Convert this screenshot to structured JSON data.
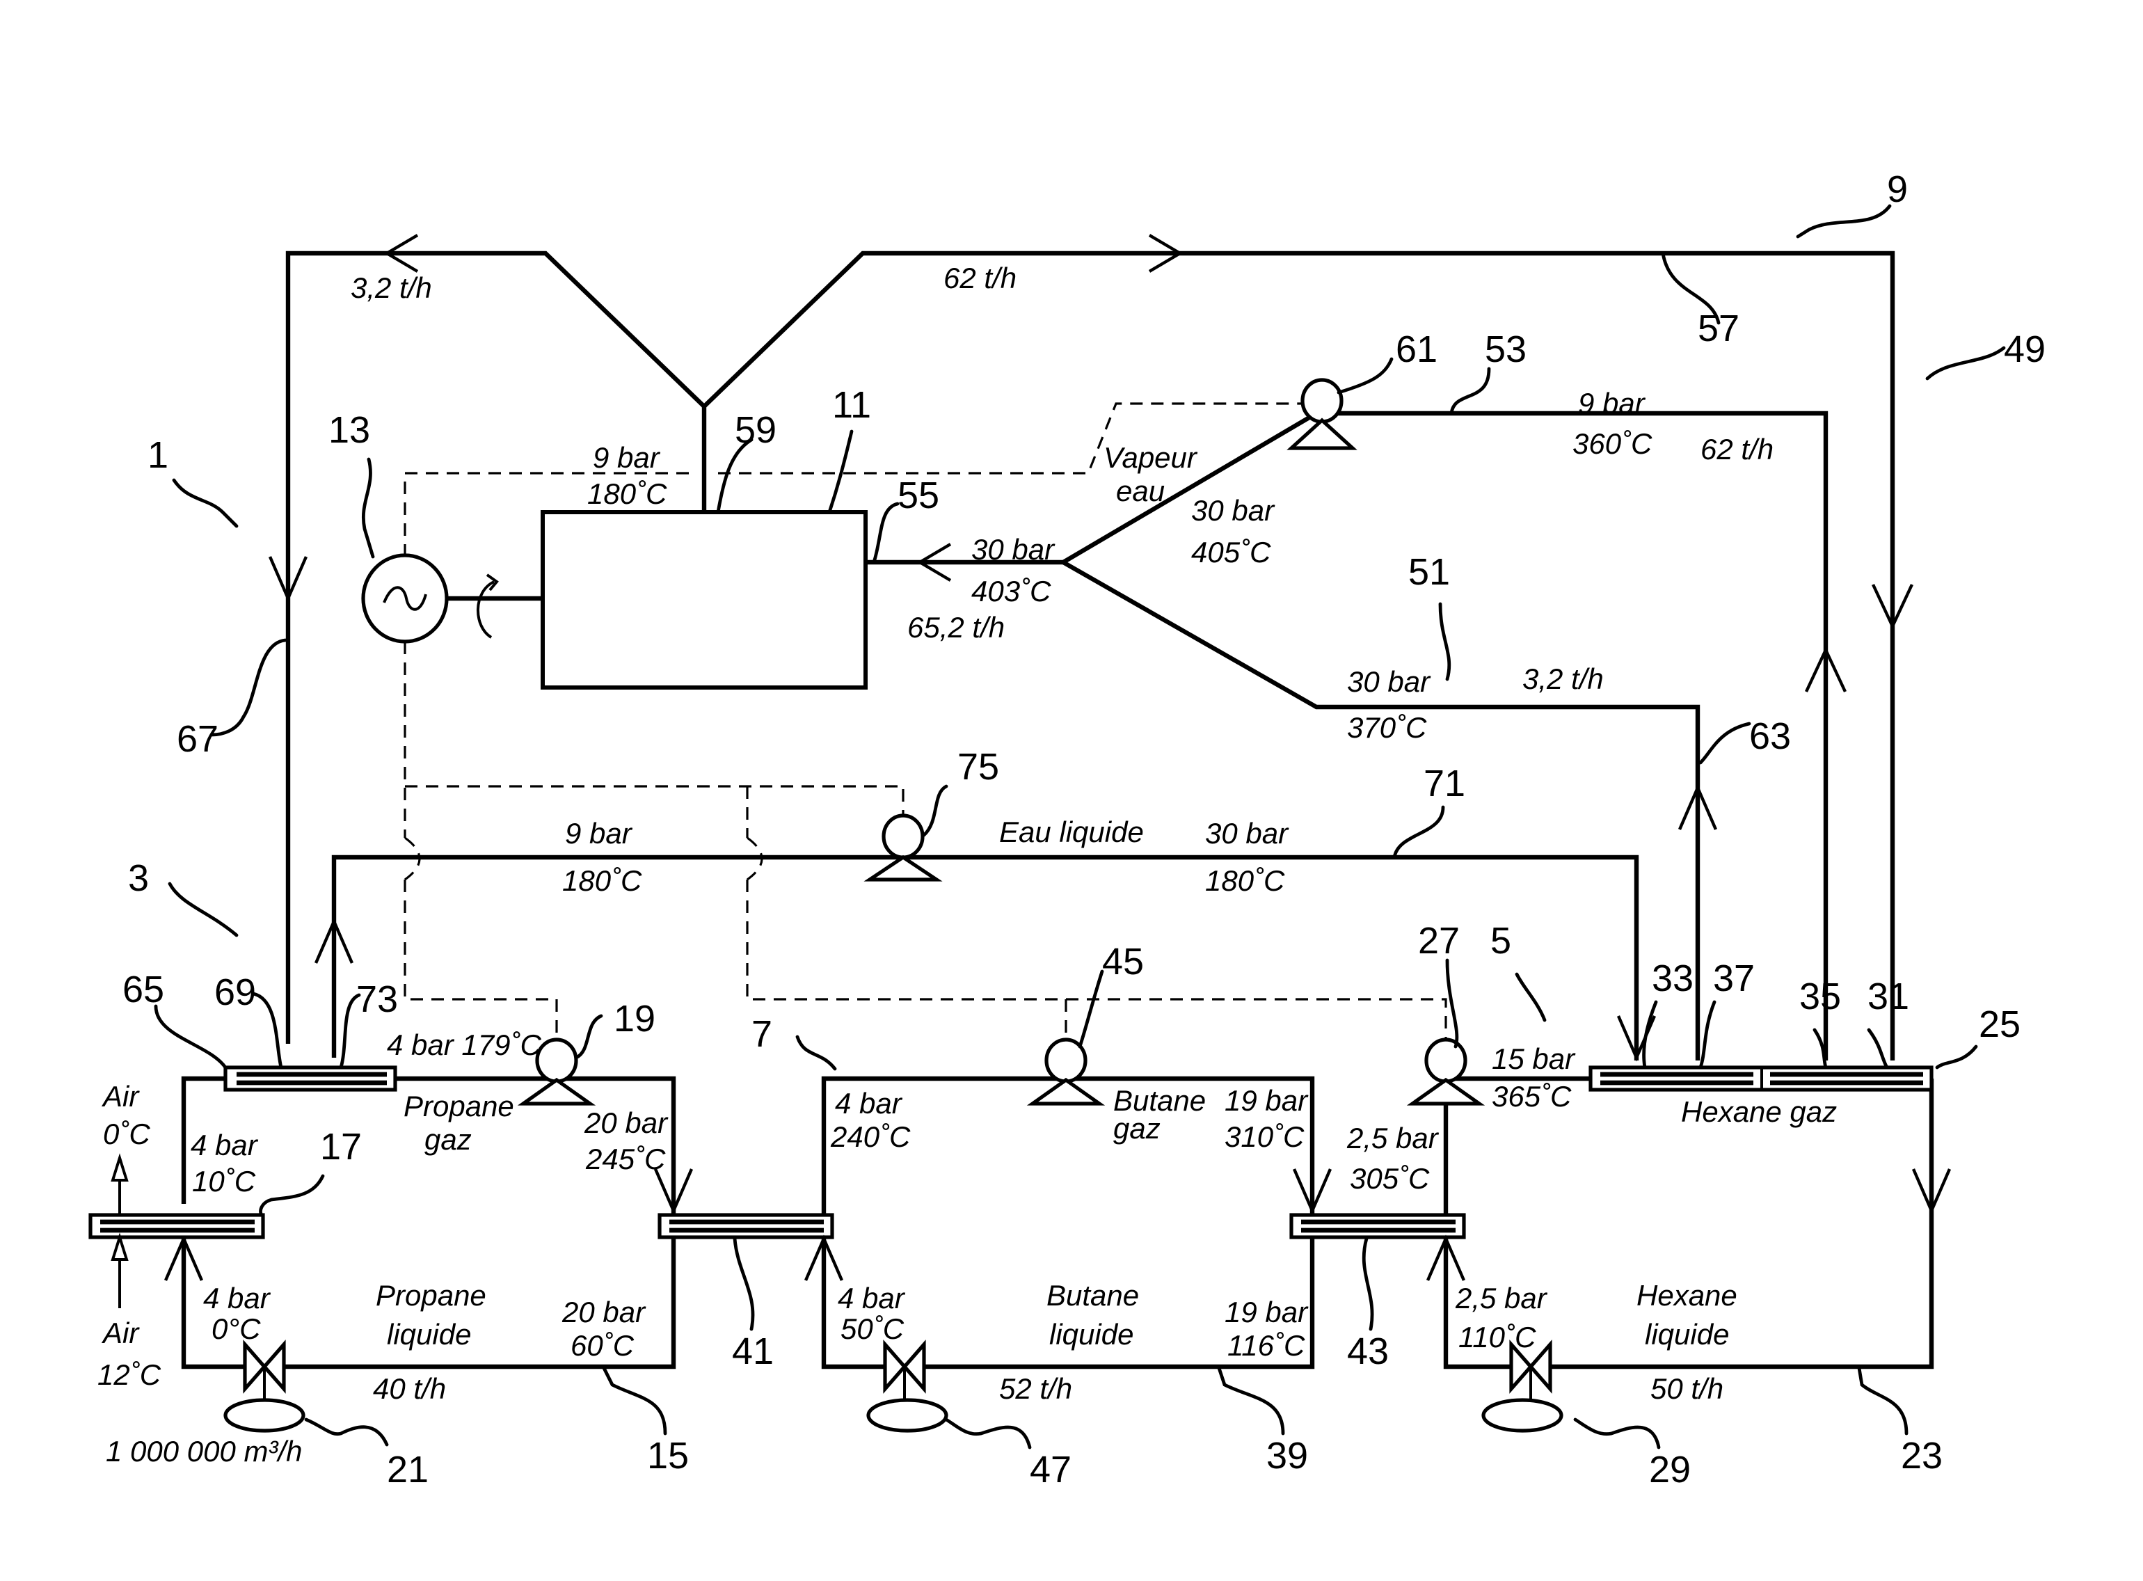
{
  "figure": {
    "title": "Multi-stage cascade Rankine cycle (propane / butane / hexane) with water-steam turbine",
    "reference_numerals": {
      "installation": "1",
      "propane_circuit": "3",
      "hexane_circuit": "5",
      "butane_circuit": "7",
      "steam_circuit": "9",
      "turbine": "11",
      "generator": "13",
      "propane_loop_pipe": "15",
      "propane_air_exchanger": "17",
      "propane_compressor": "19",
      "propane_expander": "21",
      "hexane_loop_pipe": "23",
      "hexane_exchanger": "25",
      "hexane_compressor": "27",
      "hexane_expander": "29",
      "hx_port_31": "31",
      "hx_port_33": "33",
      "hx_port_35": "35",
      "hx_port_37": "37",
      "butane_loop_pipe": "39",
      "propane_butane_exchanger": "41",
      "butane_hexane_exchanger": "43",
      "butane_compressor": "45",
      "butane_expander": "47",
      "steam_loop": "49",
      "steam_branch_370": "51",
      "steam_branch_360": "53",
      "turbine_inlet": "55",
      "steam_return_62": "57",
      "turbine_outlet": "59",
      "steam_compressor": "61",
      "steam_riser": "63",
      "propane_steam_condenser": "65",
      "steam_downcomer": "67",
      "condenser_port_69": "69",
      "water_line": "71",
      "condenser_port_73": "73",
      "water_pump": "75"
    },
    "labels": {
      "top_left_flow": "3,2 t/h",
      "top_right_flow": "62 t/h",
      "turbine_outlet_p": "9 bar",
      "turbine_outlet_t": "180˚C",
      "steam_label_1": "Vapeur",
      "steam_label_2": "eau",
      "turbine_inlet_p": "30 bar",
      "turbine_inlet_t": "403˚C",
      "turbine_inlet_flow": "65,2 t/h",
      "upper_branch_p": "30 bar",
      "upper_branch_t": "405˚C",
      "branch53_p": "9 bar",
      "branch53_t": "360˚C",
      "branch53_flow": "62 t/h",
      "branch51_p": "30 bar",
      "branch51_t": "370˚C",
      "branch51_flow": "3,2 t/h",
      "water_left_p": "9 bar",
      "water_left_t": "180˚C",
      "water_name": "Eau liquide",
      "water_right_p": "30 bar",
      "water_right_t": "180˚C",
      "propane_comp_in": "4 bar 179˚C",
      "propane_gas_1": "Propane",
      "propane_gas_2": "gaz",
      "propane_comp_out_p": "20 bar",
      "propane_comp_out_t": "245˚C",
      "air_out_1": "Air",
      "air_out_2": "0˚C",
      "propane_evap_out_p": "4 bar",
      "propane_evap_out_t": "10˚C",
      "air_in_1": "Air",
      "air_in_2": "12˚C",
      "propane_valve_out_p": "4 bar",
      "propane_valve_out_t": "0°C",
      "propane_liq_1": "Propane",
      "propane_liq_2": "liquide",
      "propane_liq_hot_p": "20 bar",
      "propane_liq_hot_t": "60˚C",
      "propane_flow": "40 t/h",
      "air_flow": "1 000 000 m³/h",
      "butane_evap_out_p": "4 bar",
      "butane_evap_out_t": "240˚C",
      "butane_gas_1": "Butane",
      "butane_gas_2": "gaz",
      "butane_comp_out_p": "19 bar",
      "butane_comp_out_t": "310˚C",
      "butane_valve_out_p": "4 bar",
      "butane_valve_out_t": "50˚C",
      "butane_liq_1": "Butane",
      "butane_liq_2": "liquide",
      "butane_liq_hot_p": "19 bar",
      "butane_liq_hot_t": "116˚C",
      "butane_flow": "52 t/h",
      "hexane_evap_out_p": "2,5 bar",
      "hexane_evap_out_t": "305˚C",
      "hexane_comp_out_p": "15 bar",
      "hexane_comp_out_t": "365˚C",
      "hexane_gas": "Hexane gaz",
      "hexane_valve_out_p": "2,5 bar",
      "hexane_valve_out_t": "110˚C",
      "hexane_liq_1": "Hexane",
      "hexane_liq_2": "liquide",
      "hexane_flow": "50 t/h"
    },
    "icons": {
      "generator": "ac-generator-icon",
      "compressor": "compressor-icon",
      "valve": "expansion-valve-icon",
      "exchanger": "heat-exchanger-icon"
    }
  }
}
